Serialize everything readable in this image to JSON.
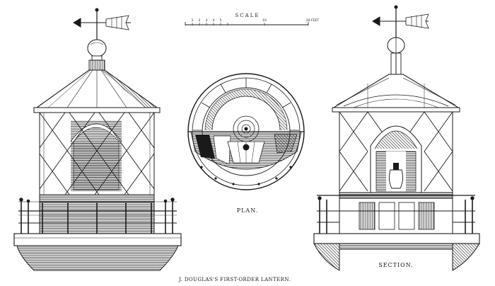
{
  "scale": {
    "title": "SCALE",
    "ticks": [
      "1",
      "2",
      "3",
      "4",
      "5",
      "10",
      "20 FEET"
    ]
  },
  "labels": {
    "plan": "PLAN.",
    "section": "SECTION.",
    "caption": "J. DOUGLAS'S FIRST-ORDER LANTERN."
  },
  "colors": {
    "ink": "#1a1a1a",
    "paper": "#ffffff",
    "shade": "#6b6b6b"
  }
}
